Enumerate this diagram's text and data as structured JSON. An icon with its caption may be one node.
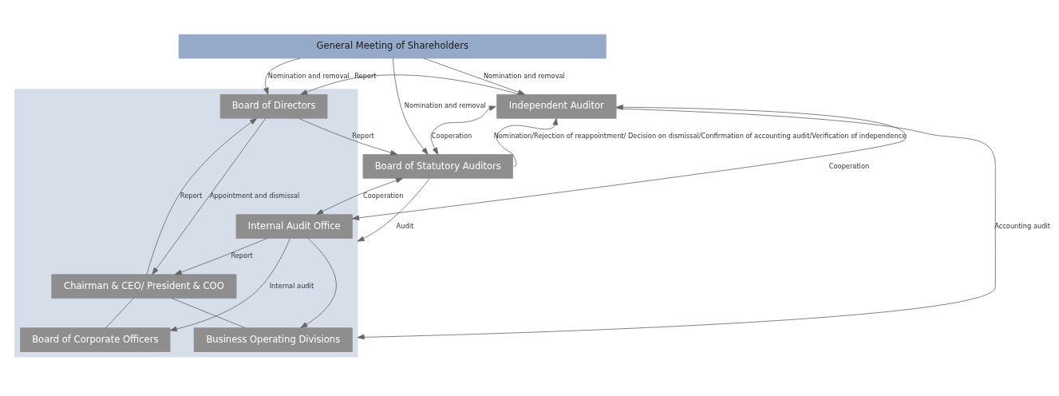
{
  "diagram": {
    "nodes": [
      {
        "text": [
          "General Meeting of Shareholders"
        ]
      },
      {
        "text": [],
        "shape": "box"
      },
      {
        "text": [
          "Board of Directors"
        ],
        "in": 1
      },
      {
        "text": [
          "Independent Auditor"
        ]
      },
      {
        "text": [
          "Board of Statutory Auditors"
        ]
      },
      {
        "text": [
          "Chairman & CEO/ President & COO"
        ],
        "in": 1
      },
      {
        "text": [
          "Internal Audit Office"
        ],
        "in": 1
      },
      {
        "text": [
          "Board of Corporate Officers"
        ],
        "in": 1
      },
      {
        "text": [
          "Business Operating Divisions"
        ],
        "in": 1
      }
    ],
    "edges": [
      {
        "from": 0,
        "to": 2,
        "arrow": "to",
        "label": "Nomination and removal"
      },
      {
        "from": 0,
        "to": 4,
        "arrow": "to",
        "label": "Nomination and removal"
      },
      {
        "from": 0,
        "to": 3,
        "arrow": "to",
        "label": "Nomination and removal"
      },
      {
        "from": 3,
        "to": 2,
        "arrow": "to",
        "label": "Report"
      },
      {
        "from": 2,
        "to": 4,
        "arrow": "to",
        "label": "Report"
      },
      {
        "from": 4,
        "to": 3,
        "arrow": "both",
        "label": "Cooperation"
      },
      {
        "from": 4,
        "to": 1,
        "arrow": "to",
        "label": "Audit"
      },
      {
        "from": 4,
        "to": 3,
        "arrow": "to",
        "label": "Nomination/Rejection of reappointment/ Decision on dismissal/Confirmation of accounting audit/Verification of independence"
      },
      {
        "from": 3,
        "to": 1,
        "arrow": "to",
        "label": "Accounting audit"
      },
      {
        "from": 2,
        "to": 5,
        "arrow": "to",
        "label": "Appointment and dismissal"
      },
      {
        "from": 5,
        "to": 2,
        "arrow": "to",
        "label": "Report"
      },
      {
        "from": 4,
        "to": 6,
        "arrow": "both",
        "label": "Cooperation"
      },
      {
        "from": 6,
        "to": 5,
        "arrow": "to",
        "label": "Report"
      },
      {
        "from": 3,
        "to": 6,
        "arrow": "both",
        "label": "Cooperation"
      },
      {
        "from": 6,
        "to": 7,
        "arrow": "to",
        "label": "Internal audit"
      },
      {
        "from": 6,
        "to": 8,
        "arrow": "to"
      },
      {
        "from": 5,
        "to": 7,
        "arrow": "none"
      },
      {
        "from": 5,
        "to": 8,
        "arrow": "none"
      }
    ]
  }
}
